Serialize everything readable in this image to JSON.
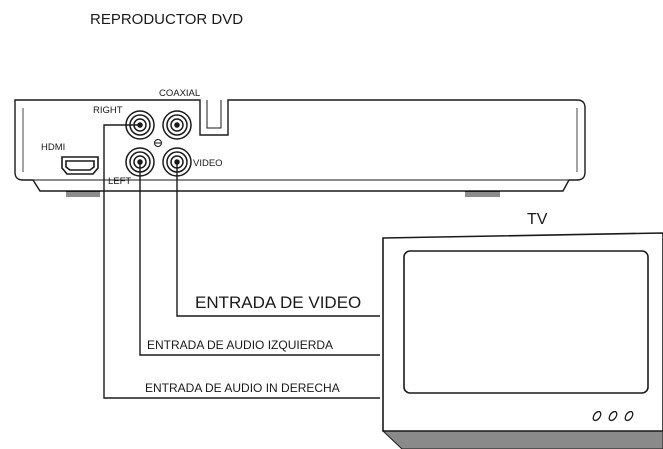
{
  "title": "REPRODUCTOR DVD",
  "player": {
    "hdmi_label": "HDMI",
    "right_label": "RIGHT",
    "left_label": "LEFT",
    "coaxial_label": "COAXIAL",
    "video_label": "VIDEO"
  },
  "tv": {
    "label": "TV"
  },
  "connections": {
    "video_in": "ENTRADA DE VIDEO",
    "audio_left_in": "ENTRADA DE AUDIO IZQUIERDA",
    "audio_right_in": "ENTRADA DE AUDIO IN DERECHA"
  },
  "colors": {
    "line": "#1a1a1a",
    "tv_stand": "#8a8a8a"
  }
}
